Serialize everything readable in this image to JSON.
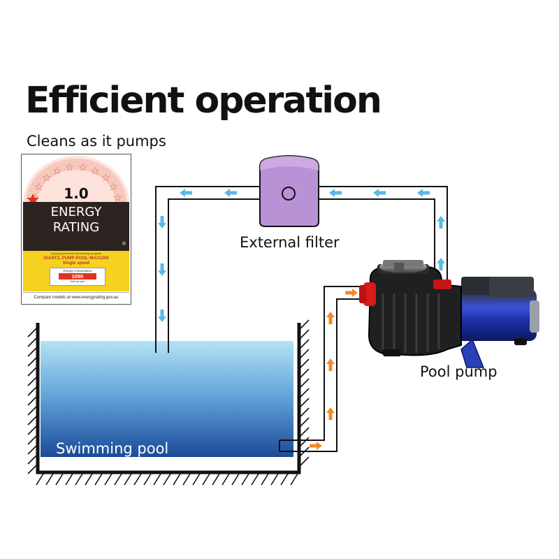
{
  "header": {
    "title": "Efficient operation",
    "subtitle": "Cleans as it pumps"
  },
  "energy_label": {
    "stars": "1.0",
    "heading_line1": "ENERGY",
    "heading_line2": "RATING",
    "registered_mark": "®",
    "program_note": "A joint government and industry program",
    "model_line": "GIANTZ, PUMP-POOL-MAX1200",
    "speed_line": "Single speed",
    "consumption_label": "Energy consumption",
    "consumption_value": "1090",
    "consumption_unit": "kWh per year",
    "footer": "Compare models at www.energyrating.gov.au"
  },
  "labels": {
    "external_filter": "External filter",
    "pool_pump": "Pool pump",
    "swimming_pool": "Swimming pool"
  },
  "colors": {
    "return_arrow": "#5bb8e8",
    "intake_arrow": "#f08a2c",
    "filter_fill": "#b992d6",
    "water_top": "#a9dcf2",
    "water_bottom": "#1f4f9e",
    "pump_body": "#1c1c1c",
    "motor_blue": "#2b3fb8",
    "port_red": "#d71a1a"
  },
  "icons": {
    "star": "star-icon",
    "arrow_return": "arrow-blue-icon",
    "arrow_intake": "arrow-orange-icon"
  }
}
